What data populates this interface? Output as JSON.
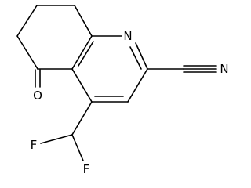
{
  "molecule": {
    "atoms": {
      "ring_nitrogen": "N",
      "nitrile_nitrogen": "N",
      "carbonyl_oxygen": "O",
      "fluorine_left": "F",
      "fluorine_right": "F"
    }
  }
}
